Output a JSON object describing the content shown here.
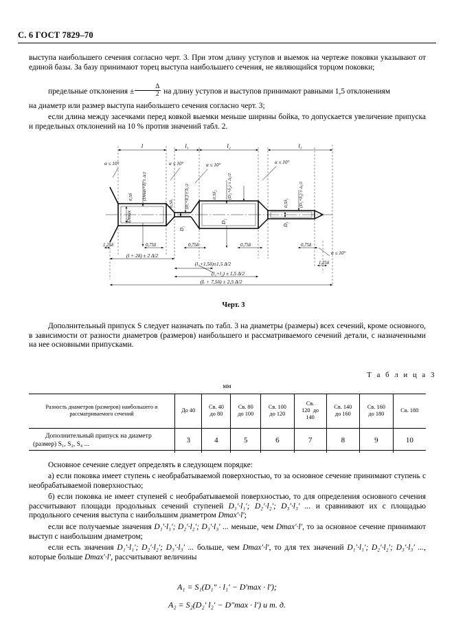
{
  "header": {
    "page_label": "С. 6 ГОСТ 7829–70"
  },
  "paragraphs": {
    "p1_a": "выступа наибольшего сечения согласно черт. 3. При этом длину уступов и выемок на чертеже поковки указывают от единой базы. За базу принимают торец выступа наибольшего сечения, не являющийся торцом поковки;",
    "p2_a": "предельные отклонения ±",
    "p2_b": "на длину уступов и выступов принимают равными 1,5 отклонениям",
    "p2_c": "на диаметр или размер выступа наибольшего сечения согласно черт. 3;",
    "p3": "если длина между засечками перед ковкой выемки меньше ширины бойка, то допускается увеличение припуска и предельных отклонений на 10 % против значений табл. 2.",
    "p4": "Дополнительный припуск S следует назначать по табл. 3 на диаметры (размеры) всех сечений, кроме основного, в зависимости от разности диаметров (размеров) наибольшего и рассматриваемого сечений детали, с назначенными на нее основными припусками.",
    "p5": "Основное сечение следует определять в следующем порядке:",
    "p6": "а) если поковка имеет ступень с необрабатываемой поверхностью, то за основное сечение принимают ступень с необрабатываемой поверхностью;",
    "p7_a": "б) если поковка не имеет ступеней с необрабатываемой поверхностью, то для определения основного сечения рассчитывают площади продольных сечений ступеней ",
    "p7_b": " и сравнивают их с площадью продольного сечения выступа с наибольшим диаметром ",
    "p8_a": "если все получаемые значения ",
    "p8_b": " меньше, чем ",
    "p8_c": ", то за основное сечение принимают выступ с наибольшим диаметром;",
    "p9_a": "если есть значения ",
    "p9_b": " больше, чем ",
    "p9_c": ", то для тех значений ",
    "p9_d": ", которые больше ",
    "p9_e": ", рассчитывают величины"
  },
  "figure": {
    "caption": "Черт. 3",
    "top_dimensions": [
      "l",
      "l₁",
      "l₂",
      "l₃"
    ],
    "angle_callouts": [
      "α ≤ 10°",
      "α ≤ 10°",
      "α ≤ 10°",
      "α ≤ 10°",
      "α ≤ 10°",
      "α ≤ 10°"
    ],
    "diameter_labels": [
      "Dmax",
      "D₁",
      "D₂",
      "D₃"
    ],
    "allowance_labels_top": [
      "0,5δ",
      "0,5δ",
      "0,5δ₂",
      "0,5δ₃"
    ],
    "tolerance_labels_top": [
      "(Dmax+δ) ± Δ/2",
      "(D₁+δ₁) ± Δ₁/2",
      "(D₂+δ₂) ± Δ₂/2",
      "(D₃+δ₃) ± Δ₃/2"
    ],
    "bottom_allowances": [
      "1,25δ",
      "0,75δ",
      "0,75δ",
      "0,75δ",
      "0,75δ",
      "1,25δ"
    ],
    "length_chain": [
      "(l + 2δ) ± 2Δ/2",
      "(l₁ + 1,5δ) ± 1,5Δ/2",
      "(l₁ + l₂) ± 1,5Δ/2",
      "(L + 7,5δ) ± 2,5Δ/2"
    ]
  },
  "table": {
    "label": "Т а б л и ц а   3",
    "unit": "мм",
    "row_headers": [
      "Разность диаметров (размеров) наибольшего и рассматриваемого сечений",
      "Дополнительный припуск на диаметр (размер) S₁, S₂, S₄ ..."
    ],
    "columns": [
      "До 40",
      "Св. 40 до 80",
      "Св. 80 до 100",
      "Св. 100 до 120",
      "Св. 120 до 140",
      "Св. 140 до 160",
      "Св. 160 до 180",
      "Св. 180"
    ],
    "columns_lines": [
      [
        "До 40",
        ""
      ],
      [
        "Св. 40",
        "до 80"
      ],
      [
        "Св. 80",
        "до 100"
      ],
      [
        "Св. 100",
        "до 120"
      ],
      [
        "Св.",
        "120  до",
        "140"
      ],
      [
        "Св. 140",
        "до 160"
      ],
      [
        "Св. 160",
        "до 180"
      ],
      [
        "Св. 180",
        ""
      ]
    ],
    "values": [
      "3",
      "4",
      "5",
      "6",
      "7",
      "8",
      "9",
      "10"
    ]
  },
  "formulas": {
    "f1": "A₁ = S₁(D₁″ · l₁′ − D′max · l′);",
    "f2": "A₂ = S₂(D₂′  l₂′ − D″max · l′)  и т. д."
  },
  "symbols": {
    "delta_frac_num": "Δ",
    "delta_frac_den": "2",
    "d_set_1": "D₁′·l₁′; D₂′·l₂′; D₃′·l₃′ ...",
    "dmax": "Dmax′·l′"
  }
}
